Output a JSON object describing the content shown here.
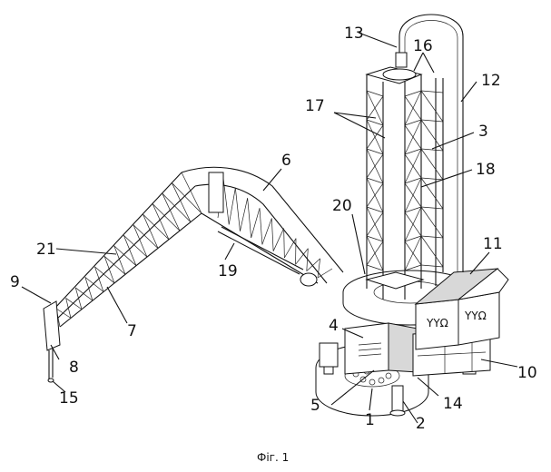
{
  "caption": "Фіг. 1",
  "reference_numerals": [
    "1",
    "2",
    "3",
    "4",
    "5",
    "6",
    "7",
    "8",
    "9",
    "10",
    "11",
    "12",
    "13",
    "14",
    "15",
    "16",
    "17",
    "18",
    "19",
    "20",
    "21"
  ],
  "box_markings": [
    "ΥΥΩ",
    "ΥΥΩ"
  ]
}
